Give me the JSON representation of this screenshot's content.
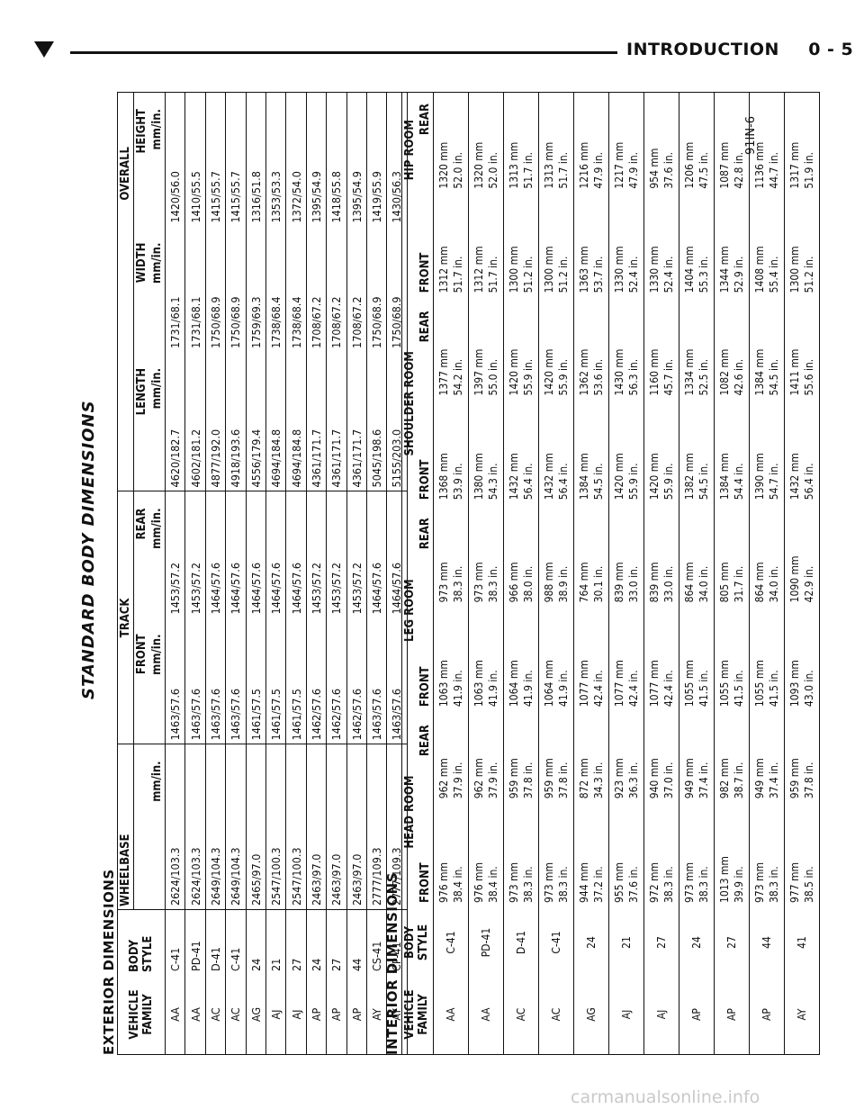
{
  "header": {
    "title": "INTRODUCTION",
    "page": "0 - 5"
  },
  "main_title": "STANDARD BODY DIMENSIONS",
  "figure_label": "91IN-6",
  "footer": "carmanualsonline.info",
  "exterior": {
    "title": "EXTERIOR DIMENSIONS",
    "headers": {
      "family": [
        "VEHICLE",
        "FAMILY"
      ],
      "style": [
        "BODY",
        "STYLE"
      ],
      "wheelbase": "WHEELBASE",
      "track": "TRACK",
      "overall": "OVERALL",
      "front": "FRONT",
      "rear": "REAR",
      "length": "LENGTH",
      "width": "WIDTH",
      "height": "HEIGHT",
      "unit": "mm/in."
    },
    "rows": [
      [
        "AA",
        "C-41",
        "2624/103.3",
        "1463/57.6",
        "1453/57.2",
        "4620/182.7",
        "1731/68.1",
        "1420/56.0"
      ],
      [
        "AA",
        "PD-41",
        "2624/103.3",
        "1463/57.6",
        "1453/57.2",
        "4602/181.2",
        "1731/68.1",
        "1410/55.5"
      ],
      [
        "AC",
        "D-41",
        "2649/104.3",
        "1463/57.6",
        "1464/57.6",
        "4877/192.0",
        "1750/68.9",
        "1415/55.7"
      ],
      [
        "AC",
        "C-41",
        "2649/104.3",
        "1463/57.6",
        "1464/57.6",
        "4918/193.6",
        "1750/68.9",
        "1415/55.7"
      ],
      [
        "AG",
        "24",
        "2465/97.0",
        "1461/57.5",
        "1464/57.6",
        "4556/179.4",
        "1759/69.3",
        "1316/51.8"
      ],
      [
        "AJ",
        "21",
        "2547/100.3",
        "1461/57.5",
        "1464/57.6",
        "4694/184.8",
        "1738/68.4",
        "1353/53.3"
      ],
      [
        "AJ",
        "27",
        "2547/100.3",
        "1461/57.5",
        "1464/57.6",
        "4694/184.8",
        "1738/68.4",
        "1372/54.0"
      ],
      [
        "AP",
        "24",
        "2463/97.0",
        "1462/57.6",
        "1453/57.2",
        "4361/171.7",
        "1708/67.2",
        "1395/54.9"
      ],
      [
        "AP",
        "27",
        "2463/97.0",
        "1462/57.6",
        "1453/57.2",
        "4361/171.7",
        "1708/67.2",
        "1418/55.8"
      ],
      [
        "AP",
        "44",
        "2463/97.0",
        "1462/57.6",
        "1453/57.2",
        "4361/171.7",
        "1708/67.2",
        "1395/54.9"
      ],
      [
        "AY",
        "CS-41",
        "2777/109.3",
        "1463/57.6",
        "1464/57.6",
        "5045/198.6",
        "1750/68.9",
        "1419/55.9"
      ],
      [
        "AY",
        "CP-41",
        "2777/109.3",
        "1463/57.6",
        "1464/57.6",
        "5155/203.0",
        "1750/68.9",
        "1430/56.3"
      ]
    ]
  },
  "interior": {
    "title": "INTERIOR DIMENSIONS",
    "headers": {
      "family": [
        "VEHICLE",
        "FAMILY"
      ],
      "style": [
        "BODY",
        "STYLE"
      ],
      "head": "HEAD ROOM",
      "leg": "LEG ROOM",
      "shoulder": "SHOULDER ROOM",
      "hip": "HIP ROOM",
      "front": "FRONT",
      "rear": "REAR"
    },
    "rows": [
      [
        "AA",
        "C-41",
        "976 mm|38.4 in.",
        "962 mm|37.9 in.",
        "1063 mm|41.9 in.",
        "973 mm|38.3 in.",
        "1368 mm|53.9 in.",
        "1377 mm|54.2 in.",
        "1312 mm|51.7 in.",
        "1320 mm|52.0 in."
      ],
      [
        "AA",
        "PD-41",
        "976 mm|38.4 in.",
        "962 mm|37.9 in.",
        "1063 mm|41.9 in.",
        "973 mm|38.3 in.",
        "1380 mm|54.3 in.",
        "1397 mm|55.0 in.",
        "1312 mm|51.7 in.",
        "1320 mm|52.0 in."
      ],
      [
        "AC",
        "D-41",
        "973 mm|38.3 in.",
        "959 mm|37.8 in.",
        "1064 mm|41.9 in.",
        "966 mm|38.0 in.",
        "1432 mm|56.4 in.",
        "1420 mm|55.9 in.",
        "1300 mm|51.2 in.",
        "1313 mm|51.7 in."
      ],
      [
        "AC",
        "C-41",
        "973 mm|38.3 in.",
        "959 mm|37.8 in.",
        "1064 mm|41.9 in.",
        "988 mm|38.9 in.",
        "1432 mm|56.4 in.",
        "1420 mm|55.9 in.",
        "1300 mm|51.2 in.",
        "1313 mm|51.7 in."
      ],
      [
        "AG",
        "24",
        "944 mm|37.2 in.",
        "872 mm|34.3 in.",
        "1077 mm|42.4 in.",
        "764 mm|30.1 in.",
        "1384 mm|54.5 in.",
        "1362 mm|53.6 in.",
        "1363 mm|53.7 in.",
        "1216 mm|47.9 in."
      ],
      [
        "AJ",
        "21",
        "955 mm|37.6 in.",
        "923 mm|36.3 in.",
        "1077 mm|42.4 in.",
        "839 mm|33.0 in.",
        "1420 mm|55.9 in.",
        "1430 mm|56.3 in.",
        "1330 mm|52.4 in.",
        "1217 mm|47.9 in."
      ],
      [
        "AJ",
        "27",
        "972 mm|38.3 in.",
        "940 mm|37.0 in.",
        "1077 mm|42.4 in.",
        "839 mm|33.0 in.",
        "1420 mm|55.9 in.",
        "1160 mm|45.7 in.",
        "1330 mm|52.4 in.",
        "954 mm|37.6 in."
      ],
      [
        "AP",
        "24",
        "973 mm|38.3 in.",
        "949 mm|37.4 in.",
        "1055 mm|41.5 in.",
        "864 mm|34.0 in.",
        "1382 mm|54.5 in.",
        "1334 mm|52.5 in.",
        "1404 mm|55.3 in.",
        "1206 mm|47.5 in."
      ],
      [
        "AP",
        "27",
        "1013 mm|39.9 in.",
        "982 mm|38.7 in.",
        "1055 mm|41.5 in.",
        "805 mm|31.7 in.",
        "1384 mm|54.4 in.",
        "1082 mm|42.6 in.",
        "1344 mm|52.9 in.",
        "1087 mm|42.8 in."
      ],
      [
        "AP",
        "44",
        "973 mm|38.3 in.",
        "949 mm|37.4 in.",
        "1055 mm|41.5 in.",
        "864 mm|34.0 in.",
        "1390 mm|54.7 in.",
        "1384 mm|54.5 in.",
        "1408 mm|55.4 in.",
        "1136 mm|44.7 in."
      ],
      [
        "AY",
        "41",
        "977 mm|38.5 in.",
        "959 mm|37.8 in.",
        "1093 mm|43.0 in.",
        "1090 mm|42.9 in.",
        "1432 mm|56.4 in.",
        "1411 mm|55.6 in.",
        "1300 mm|51.2 in.",
        "1317 mm|51.9 in."
      ]
    ]
  }
}
